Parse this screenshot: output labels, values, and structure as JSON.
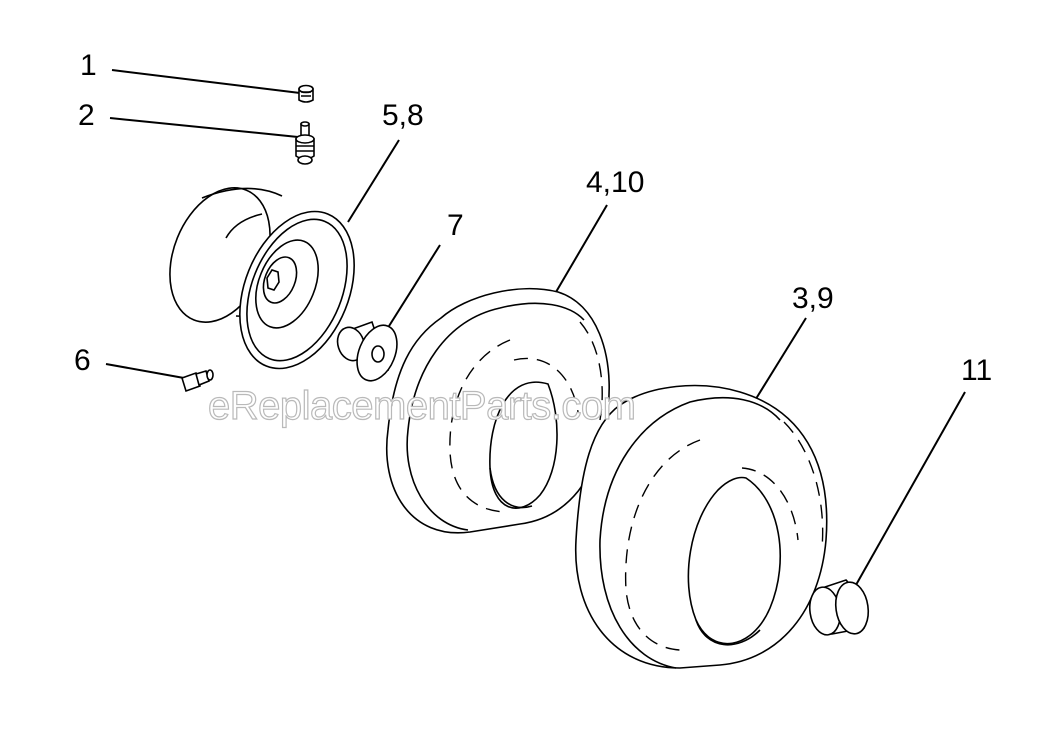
{
  "callouts": {
    "c1": "1",
    "c2": "2",
    "c5_8": "5,8",
    "c4_10": "4,10",
    "c7": "7",
    "c3_9": "3,9",
    "c6": "6",
    "c11": "11"
  },
  "watermark": "eReplacementParts.com"
}
